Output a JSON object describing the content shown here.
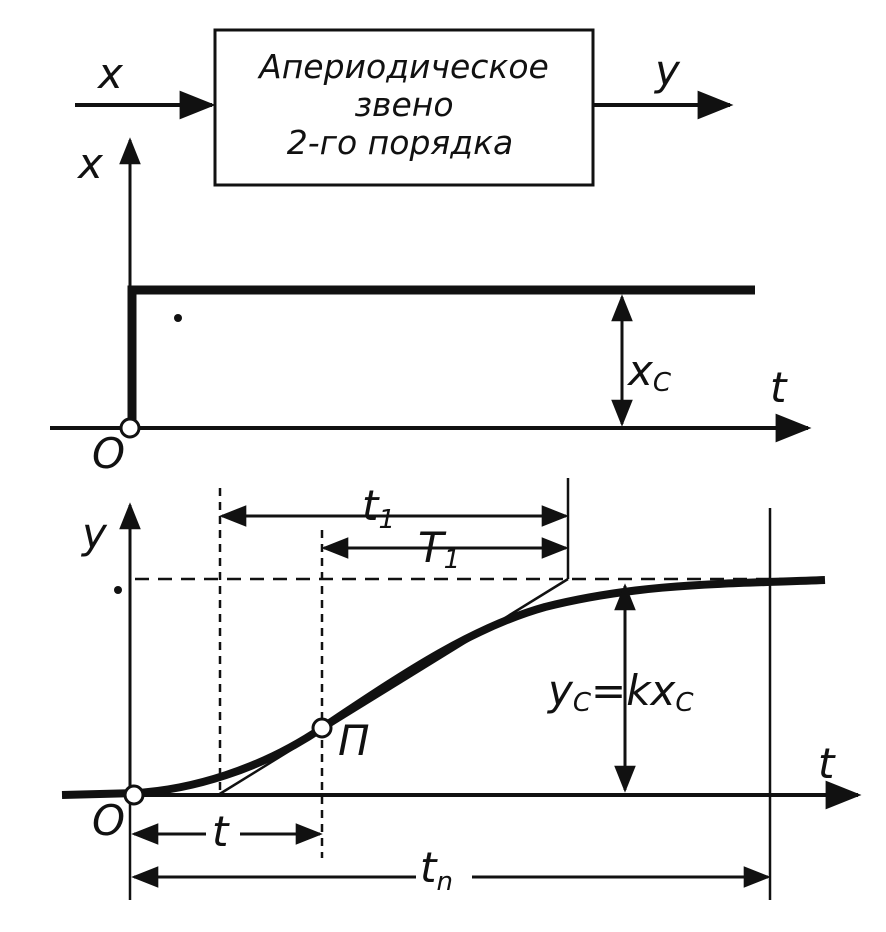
{
  "block": {
    "line1": "Апериодическое",
    "line2": "звено",
    "line3": "2-го порядка"
  },
  "signals": {
    "input": "x",
    "output": "y"
  },
  "top_graph": {
    "y_axis": "x",
    "t_axis": "t",
    "origin": "O",
    "step_label": "x",
    "step_label_sub": "C"
  },
  "bottom_graph": {
    "y_axis": "y",
    "t_axis": "t",
    "origin": "O",
    "inflection_point": "П",
    "t1_label": "t",
    "t1_sub": "1",
    "T1_label": "T",
    "T1_sub": "1",
    "yc_label": "y",
    "yc_sub": "C",
    "yc_eq": "=kx",
    "yc_eq_sub": "C",
    "t_label": "t",
    "tn_label": "t",
    "tn_sub": "n"
  },
  "colors": {
    "ink": "#111111",
    "background": "#ffffff"
  }
}
